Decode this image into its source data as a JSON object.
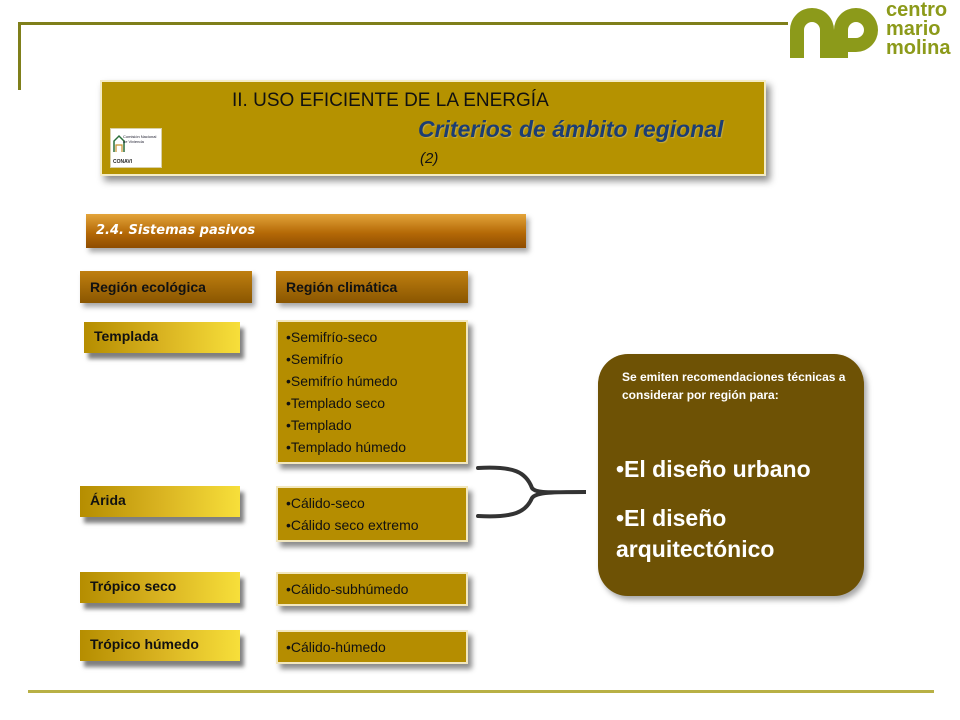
{
  "logo": {
    "line1": "centro",
    "line2": "mario",
    "line3": "molina"
  },
  "title": {
    "line1": "II. USO EFICIENTE DE LA ENERGÍA",
    "line2": "Criterios de ámbito regional",
    "line3": "(2)",
    "badge_org": "Comisión Nacional de Vivienda",
    "badge_label": "CONAVI"
  },
  "section": {
    "label": "2.4. Sistemas pasivos"
  },
  "headers": {
    "ecologica": "Región ecológica",
    "climatica": "Región climática"
  },
  "regions": [
    {
      "name": "Templada",
      "climates": [
        "•Semifrío-seco",
        "•Semifrío",
        "•Semifrío húmedo",
        "•Templado seco",
        "•Templado",
        "•Templado húmedo"
      ]
    },
    {
      "name": "Árida",
      "climates": [
        "•Cálido-seco",
        "•Cálido seco extremo"
      ]
    },
    {
      "name": "Trópico seco",
      "climates": [
        "•Cálido-subhúmedo"
      ]
    },
    {
      "name": "Trópico húmedo",
      "climates": [
        "•Cálido-húmedo"
      ]
    }
  ],
  "result": {
    "intro": "Se emiten recomendaciones técnicas a considerar por región para:",
    "items": [
      "•El diseño urbano",
      "•El diseño arquitectónico"
    ]
  },
  "colors": {
    "gold": "#b58d00",
    "brown": "#6e5205",
    "olive": "#8c9a1a",
    "title_blue": "#1c3d73"
  }
}
